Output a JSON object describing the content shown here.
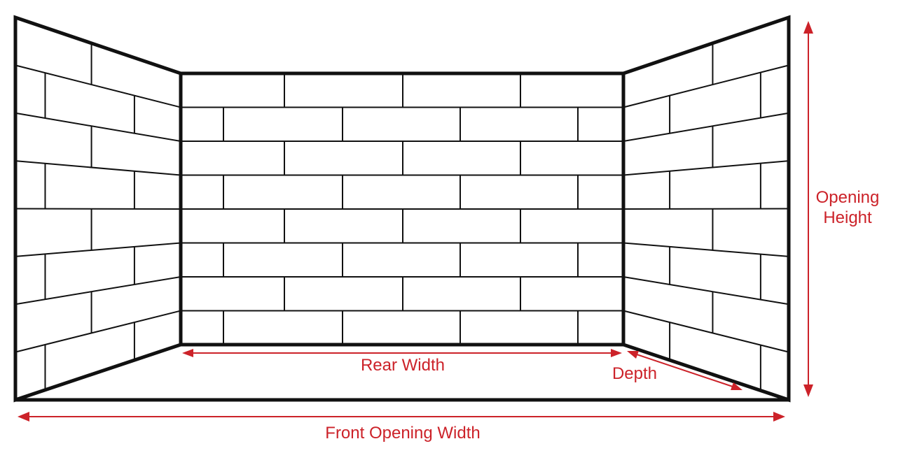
{
  "labels": {
    "rear_width": "Rear Width",
    "depth": "Depth",
    "front_opening_width": "Front Opening Width",
    "opening_height_line1": "Opening",
    "opening_height_line2": "Height"
  },
  "colors": {
    "outline": "#111111",
    "dimension": "#cc2229",
    "background": "#ffffff"
  }
}
